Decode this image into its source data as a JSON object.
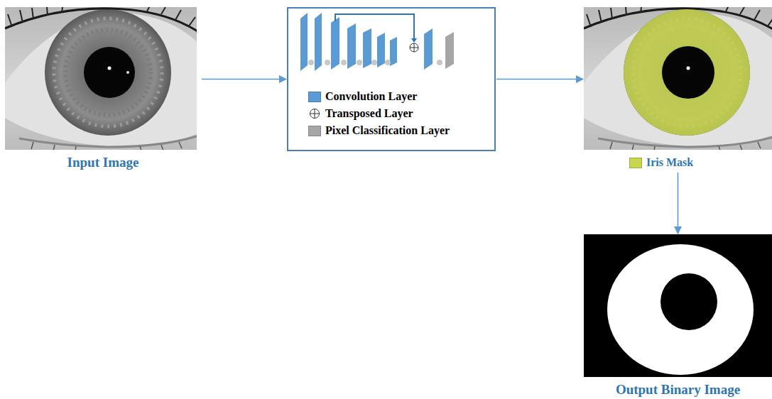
{
  "diagram": {
    "nodes": [
      {
        "text": [
          "Input Image"
        ]
      },
      {
        "text": []
      },
      {
        "text": []
      },
      {
        "text": [
          "Output Binary Image"
        ]
      }
    ],
    "edges": [
      {
        "from": 0,
        "to": 1,
        "arrow": "to"
      },
      {
        "from": 1,
        "to": 2,
        "arrow": "to"
      },
      {
        "from": 2,
        "to": 3,
        "arrow": "to"
      }
    ],
    "legend": [
      {
        "text": "Convolution Layer",
        "color": "#5b9bd5"
      },
      {
        "text": "Transposed Layer"
      },
      {
        "text": "Pixel Classification Layer",
        "color": "#a6a6a6"
      },
      {
        "text": "Iris Mask",
        "color": "#c9d74c"
      }
    ]
  }
}
